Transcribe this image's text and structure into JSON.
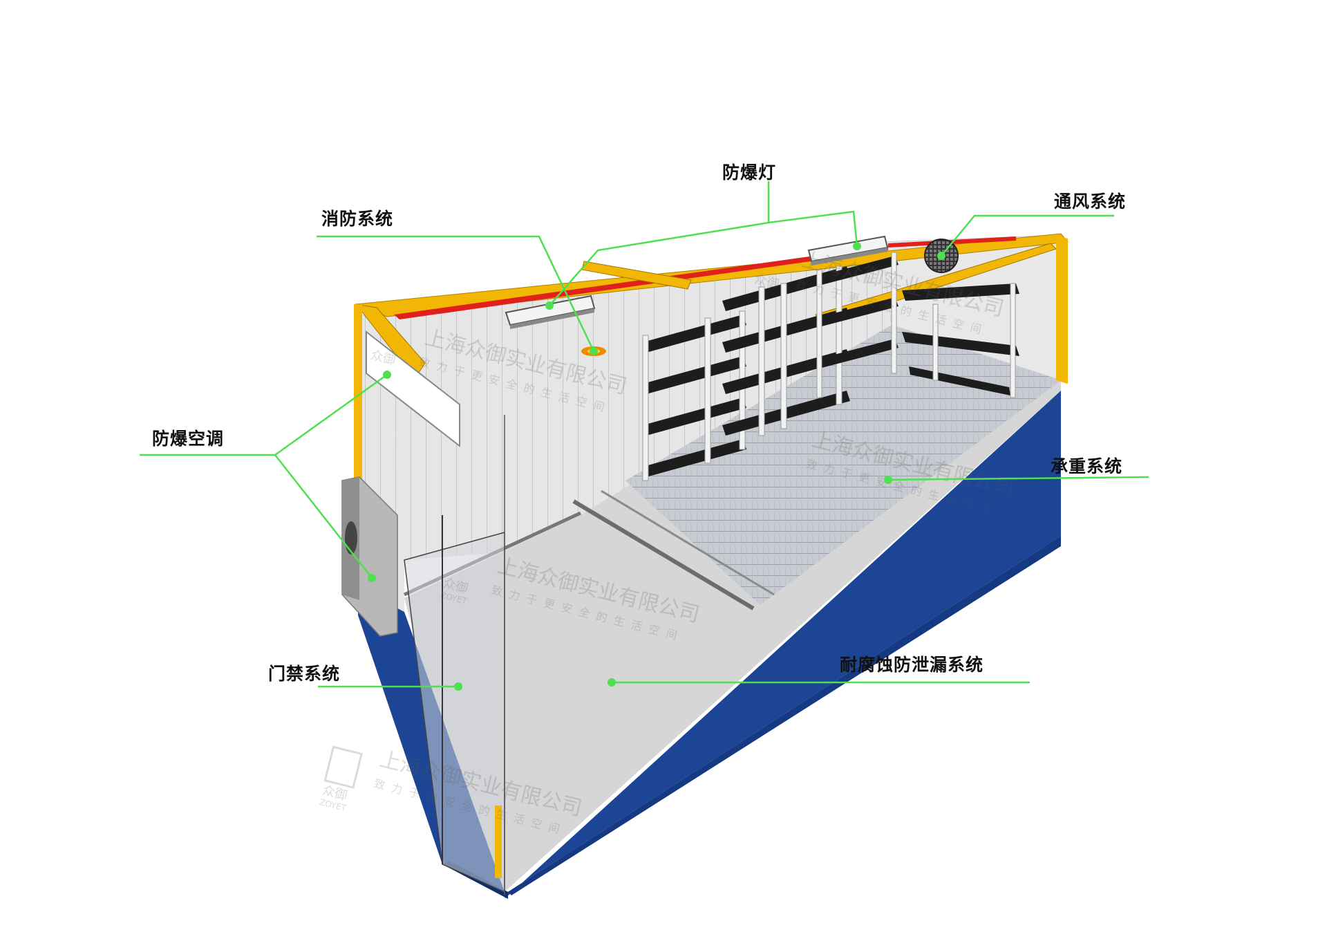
{
  "labels": {
    "fire_protection": "消防系统",
    "explosion_proof_light": "防爆灯",
    "ventilation": "通风系统",
    "explosion_proof_ac": "防爆空调",
    "load_bearing": "承重系统",
    "access_control": "门禁系统",
    "anti_corrosion_leak": "耐腐蚀防泄漏系统"
  },
  "watermark": {
    "company": "上海众御实业有限公司",
    "slogan": "致力于更安全的生活空间",
    "logo_cn": "众御",
    "logo_en": "ZOYET"
  },
  "colors": {
    "callout_green": "#4fe04f",
    "frame_yellow": "#f2b705",
    "wall_blue": "#1c4596",
    "ceiling_red": "#e0201b",
    "floor_gray": "#d2d2d2",
    "wall_light": "#e4e4e4"
  }
}
